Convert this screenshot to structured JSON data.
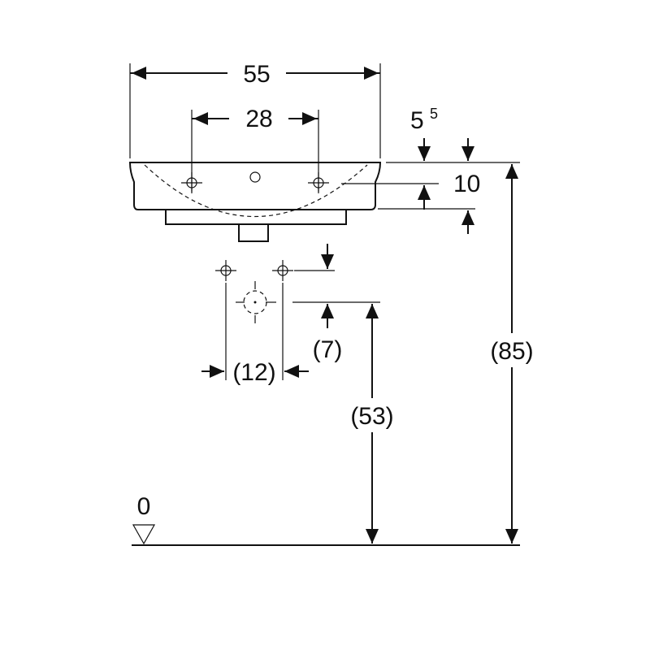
{
  "dimensions": {
    "overall_width": "55",
    "tap_hole_spacing": "28",
    "rim_offset_base": "5",
    "rim_offset_exp": "5",
    "rim_thickness": "10",
    "fixing_spacing": "(12)",
    "fixing_height_offset": "(7)",
    "waste_height": "(53)",
    "rim_height": "(85)",
    "floor_level": "0"
  },
  "icons": {
    "floor_marker": "floor-level-triangle-icon",
    "fixing_point": "fixing-point-crosshair-icon",
    "waste_center": "waste-center-crosshair-icon"
  }
}
